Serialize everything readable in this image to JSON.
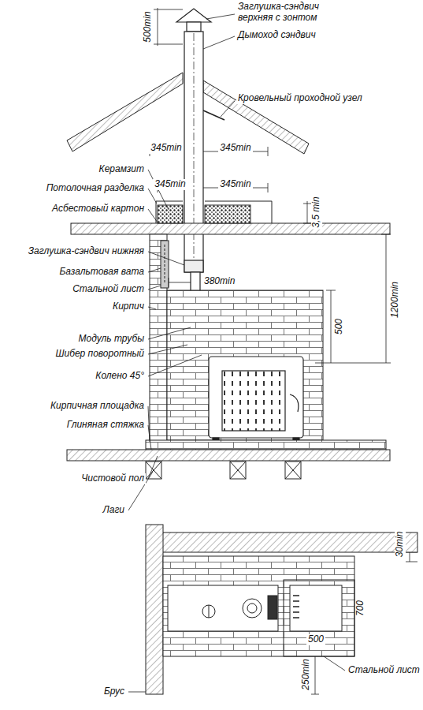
{
  "diagram": {
    "labels": [
      "Заглушка-сэндвич верхняя с зонтом",
      "Дымоход сэндвич",
      "Кровельный проходной узел",
      "500min",
      "345min",
      "345min",
      "Керамзит",
      "345min",
      "345min",
      "Потолочная разделка",
      "3,5 min",
      "Асбестовый картон",
      "Заглушка-сэндвич нижняя",
      "Базальтовая вата",
      "Стальной лист",
      "380min",
      "1200min",
      "Кирпич",
      "500",
      "Модуль трубы",
      "Шибер поворотный",
      "Колено 45°",
      "Кирпичная площадка",
      "Глиняная стяжка",
      "Чистовой пол",
      "Лаги",
      "30min",
      "700",
      "500",
      "Стальной лист",
      "250min",
      "Брус"
    ]
  }
}
